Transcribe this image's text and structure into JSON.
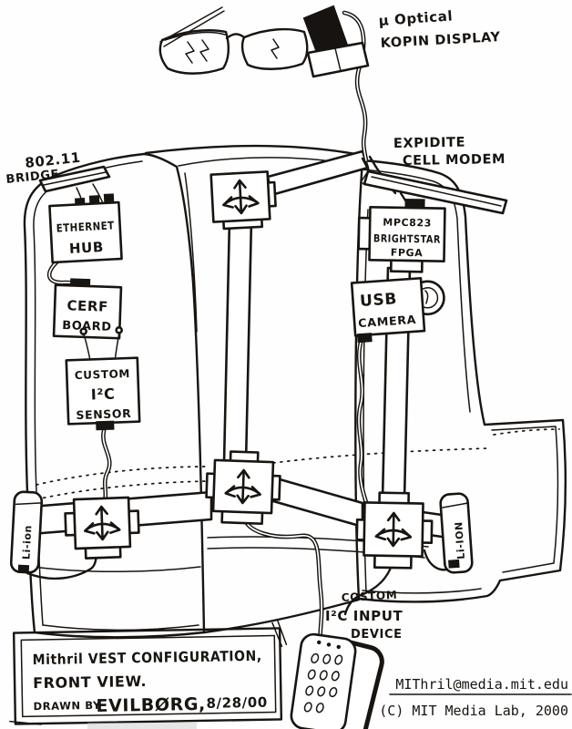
{
  "colors": {
    "ink": "#181410",
    "paper": "#fefefe"
  },
  "annotations": {
    "display_label": {
      "line1": "µ Optical",
      "line2": "KOPIN DISPLAY"
    },
    "modem_label": {
      "line1": "EXPIDITE",
      "line2": "CELL MODEM"
    },
    "bridge_label": {
      "line1": "802.11",
      "line2": "BRIDGE"
    },
    "input_device_label": {
      "line1": "COSTOM",
      "line2": "I²C INPUT",
      "line3": "DEVICE"
    }
  },
  "boxes": {
    "ethernet_hub": {
      "lines": [
        "ETHERNET",
        "HUB"
      ]
    },
    "cerf_board": {
      "lines": [
        "CERF",
        "BOARD"
      ]
    },
    "i2c_sensor": {
      "lines": [
        "CUSTOM",
        "I²C",
        "SENSOR"
      ]
    },
    "fpga": {
      "lines": [
        "MPC823",
        "BRIGHTSTAR",
        "FPGA"
      ]
    },
    "usb_camera": {
      "lines": [
        "USB",
        "CAMERA"
      ]
    }
  },
  "batteries": {
    "left": "Li-ion",
    "right": "Li-ION"
  },
  "title_block": {
    "line1": "Mithril VEST CONFIGURATION,",
    "line2": "FRONT VIEW.",
    "credit_prefix": "DRAWN BY",
    "credit_name": "EVILBØRG,",
    "credit_date": "8/28/00"
  },
  "footer": {
    "email": "MIThril@media.mit.edu",
    "copyright": "(C) MIT Media Lab, 2000"
  }
}
